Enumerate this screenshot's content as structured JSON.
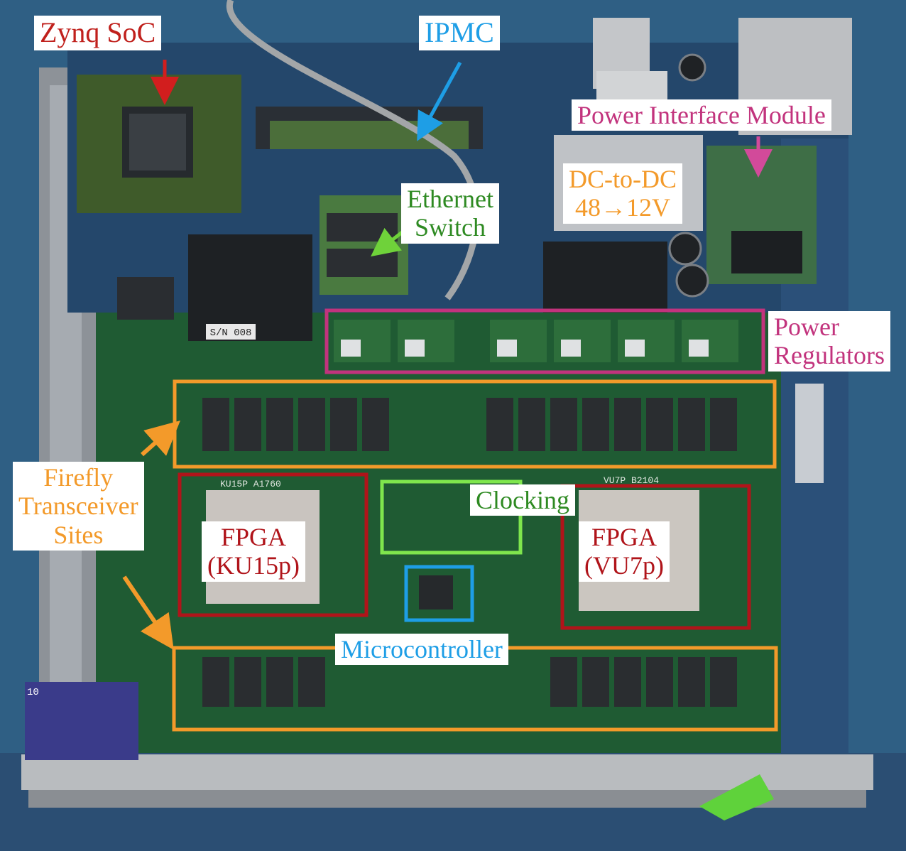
{
  "labels": {
    "zynq": "Zynq SoC",
    "ipmc": "IPMC",
    "power_interface": "Power Interface Module",
    "dcdc_line1": "DC-to-DC",
    "dcdc_line2": "48→12V",
    "ethernet_line1": "Ethernet",
    "ethernet_line2": "Switch",
    "power_reg_line1": "Power",
    "power_reg_line2": "Regulators",
    "firefly_line1": "Firefly",
    "firefly_line2": "Transceiver",
    "firefly_line3": "Sites",
    "clocking": "Clocking",
    "fpga_left_line1": "FPGA",
    "fpga_left_line2": "(KU15p)",
    "fpga_right_line1": "FPGA",
    "fpga_right_line2": "(VU7p)",
    "microcontroller": "Microcontroller"
  },
  "board_silkscreen": {
    "serial": "S/N 008",
    "fpga_left_part": "KU15P A1760",
    "fpga_right_part": "VU7P B2104",
    "slot_number": "10"
  },
  "colors": {
    "zynq": "#c0201c",
    "ipmc": "#1e9ee6",
    "power": "#c2337d",
    "dcdc": "#f39a2a",
    "ethernet": "#2e8a22",
    "firefly": "#f39a2a",
    "clocking": "#2e8a22",
    "clocking_box": "#7fe64d",
    "fpga": "#b0141a",
    "micro": "#1e9ee6"
  }
}
